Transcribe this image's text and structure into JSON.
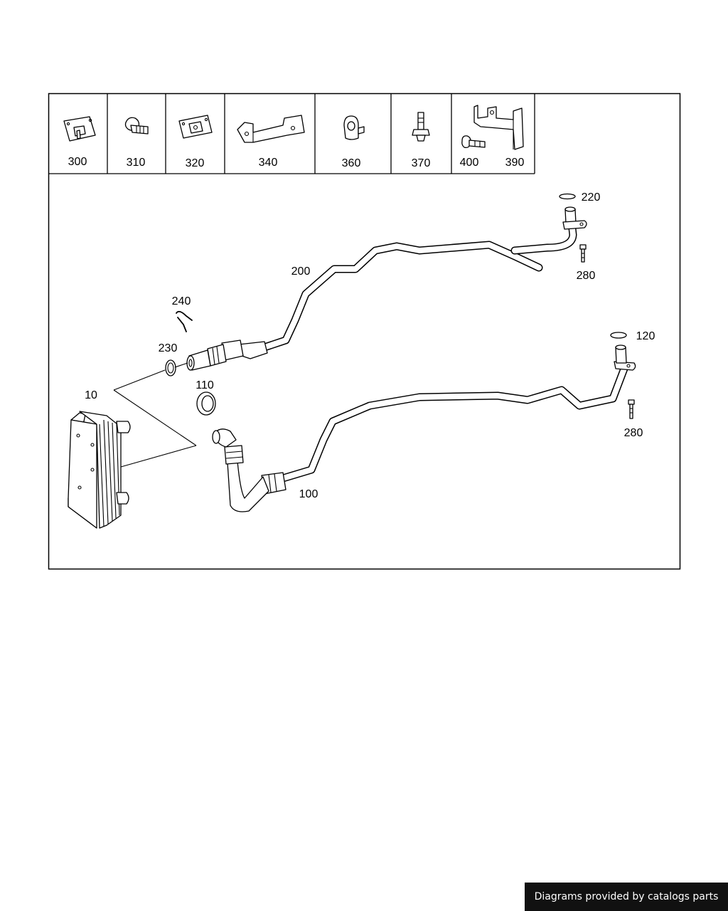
{
  "header_parts": [
    {
      "id": "p300",
      "label": "300"
    },
    {
      "id": "p310",
      "label": "310"
    },
    {
      "id": "p320",
      "label": "320"
    },
    {
      "id": "p340",
      "label": "340"
    },
    {
      "id": "p360",
      "label": "360"
    },
    {
      "id": "p370",
      "label": "370"
    },
    {
      "id": "p400",
      "label": "400"
    },
    {
      "id": "p390",
      "label": "390"
    }
  ],
  "callouts": {
    "c10": "10",
    "c100": "100",
    "c110": "110",
    "c120": "120",
    "c200": "200",
    "c220": "220",
    "c230": "230",
    "c240": "240",
    "c280a": "280",
    "c280b": "280"
  },
  "footer": {
    "text": "Diagrams provided by catalogs parts"
  },
  "colors": {
    "line": "#000000",
    "background": "#ffffff",
    "footer_bg": "#111111",
    "footer_text": "#ffffff"
  }
}
